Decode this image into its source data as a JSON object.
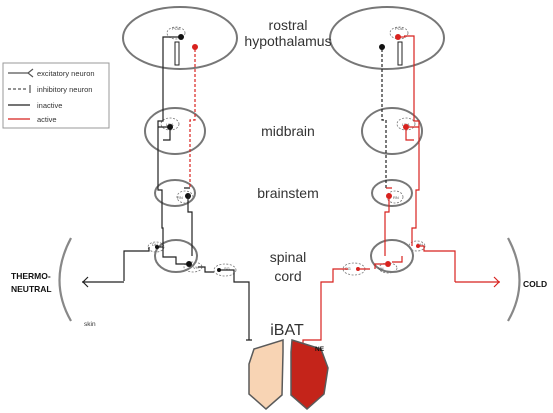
{
  "regions": {
    "rostral_line1": "rostral",
    "rostral_line2": "hypothalamus",
    "midbrain": "midbrain",
    "brainstem": "brainstem",
    "spinal_line1": "spinal",
    "spinal_line2": "cord",
    "ibat": "iBAT"
  },
  "nuclei": {
    "poa": "POA",
    "lba": "LBA",
    "rn": "RN",
    "dh": "DH",
    "vh": "VH",
    "sg": "SG"
  },
  "legend": {
    "excitatory": "excitatory neuron",
    "inhibitory": "inhibitory neuron",
    "inactive": "inactive",
    "active": "active"
  },
  "conditions": {
    "thermo_line1": "THERMO-",
    "thermo_line2": "NEUTRAL",
    "cold": "COLD",
    "skin": "skin"
  },
  "labels": {
    "ne": "NE"
  },
  "colors": {
    "active": "#d8221e",
    "inactive": "#222222",
    "region_outline": "#777777",
    "bat_thermoneutral": "#f8d4b4",
    "bat_cold": "#c4241a"
  }
}
